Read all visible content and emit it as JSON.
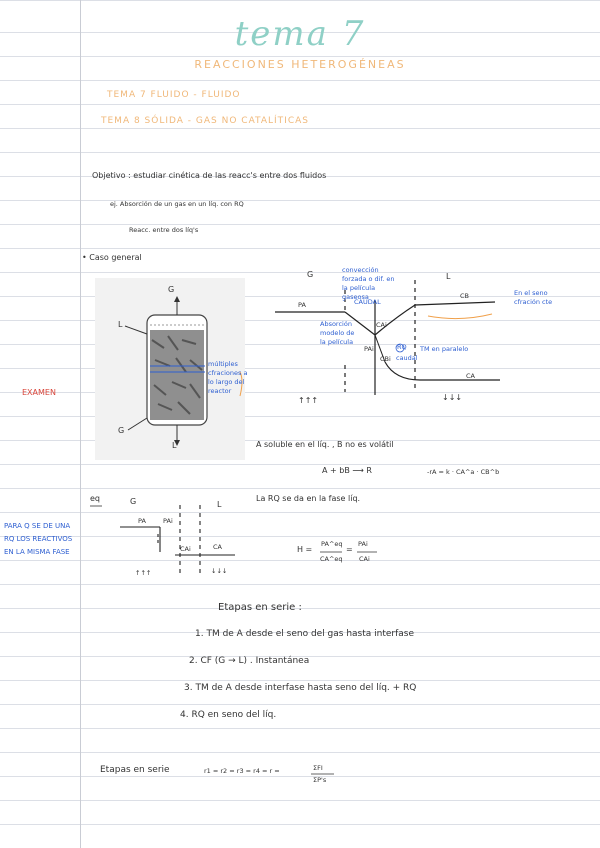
{
  "title": "tema 7",
  "subtitle": "REACCIONES HETEROGÉNEAS",
  "topics": {
    "tema7": "TEMA 7    FLUIDO - FLUIDO",
    "tema8": "TEMA 8    SÓLIDA - GAS   NO   CATALÍTICAS"
  },
  "objective": {
    "line": "Objetivo :  estudiar cinética de las reacc's entre dos fluidos",
    "example1": "ej.  Absorción de un gas en un líq. con RQ",
    "example2": "Reacc. entre dos líq's"
  },
  "general_case": "• Caso general",
  "examen": "EXAMEN",
  "reactor": {
    "label_G_top": "G",
    "label_L_left": "L",
    "label_G_left": "G",
    "label_L_bottom": "L",
    "note": "múltiples cfraciones a lo largo del reactor"
  },
  "profile": {
    "phase_G": "G",
    "phase_L": "L",
    "p_a": "PA",
    "c_b": "CB",
    "c_a": "CA",
    "c_ai": "CAi",
    "p_ai": "PAi",
    "c_bi": "CBi",
    "note_conveccion": "convección forzada o dif. en la película gaseosa",
    "note_caudal": "CAUDAL",
    "note_absorcion": "Absorción modelo de la película",
    "note_rq": "RQ",
    "note_tm": "TM en paralelo",
    "note_caudal2": "caudal",
    "note_seno": "En el seno cfración cte",
    "arrows_up": "↑↑↑",
    "arrows_down": "↓↓↓"
  },
  "conditions": {
    "soluble": "A soluble en el líq. , B no es volátil",
    "reaction": "A + bB ⟶ R",
    "rate": "-rA = k · CA^a · CB^b",
    "rq_phase": "La RQ se da en la fase líq."
  },
  "equilibrium": {
    "label": "eq",
    "G": "G",
    "L": "L",
    "pa": "PA",
    "pai": "PAi",
    "cai": "CAi",
    "ca": "CA",
    "up": "↑↑↑",
    "down": "↓↓↓",
    "henry_lhs": "H =",
    "henry_frac1_num": "PA^eq",
    "henry_frac1_den": "CA^eq",
    "henry_eq": "=",
    "henry_frac2_num": "PAi",
    "henry_frac2_den": "CAi",
    "side_note": "PARA Q SE DE UNA RQ LOS REACTIVOS EN LA MISMA FASE"
  },
  "steps": {
    "heading": "Etapas en serie :",
    "items": [
      "1.  TM de A desde el seno del gas hasta interfase",
      "2.  CF (G → L) . Instantánea",
      "3.  TM de A desde interfase hasta seno del líq. + RQ",
      "4.  RQ en seno del líq."
    ]
  },
  "series": {
    "label": "Etapas en serie",
    "equation": "r1 = r2 = r3 = r4 = r =",
    "frac_num": "ΣFI",
    "frac_den": "ΣP's"
  }
}
